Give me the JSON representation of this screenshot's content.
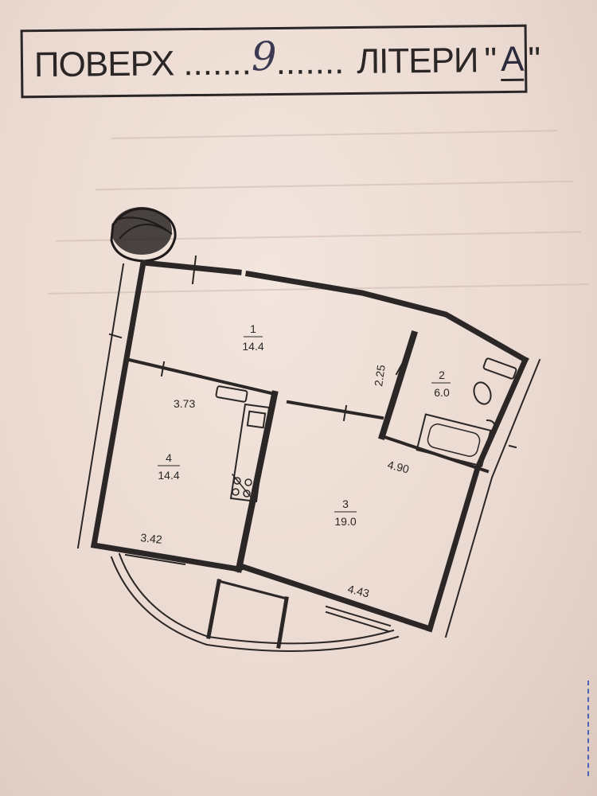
{
  "header": {
    "floor_label": "ПОВЕРХ",
    "dots_left": ".......",
    "floor_number": "9",
    "dots_right": ".......",
    "letter_label": "ЛІТЕРИ",
    "quote_open": "\"",
    "letter_value": "А",
    "quote_close": "\""
  },
  "rooms": [
    {
      "number": "1",
      "area": "14.4"
    },
    {
      "number": "2",
      "area": "6.0"
    },
    {
      "number": "3",
      "area": "19.0"
    },
    {
      "number": "4",
      "area": "14.4"
    }
  ],
  "dimensions": {
    "d1": "3.73",
    "d2": "2.25",
    "d3": "4.90",
    "d4": "3.42",
    "d5": "4.43"
  },
  "colors": {
    "ink": "#2b2727",
    "paper": "#eee0d8",
    "handwriting": "#3c3a52"
  }
}
